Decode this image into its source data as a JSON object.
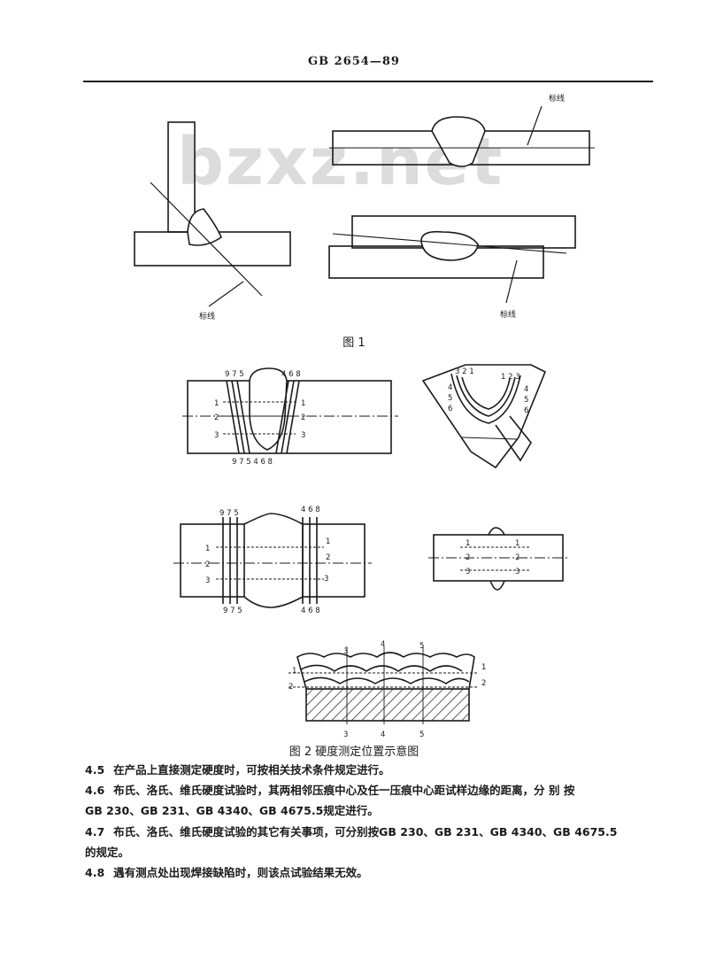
{
  "header": {
    "code": "GB 2654—89"
  },
  "watermark": {
    "text": "bzxz.net"
  },
  "figure1": {
    "label_top": "标线",
    "label_left": "标线",
    "label_right": "标线",
    "caption": "图 1"
  },
  "figure2": {
    "panel1": {
      "top_left": "9 7 5",
      "top_right": "4 6 8",
      "bottom": "9  7  5  4 6 8",
      "rows": [
        "1",
        "2",
        "3"
      ]
    },
    "panel2": {
      "left": "3 2 1",
      "right": "1 2 3",
      "rows": [
        "4",
        "5",
        "6"
      ]
    },
    "panel3": {
      "top_left": "9 7 5",
      "top_right": "4 6 8",
      "bottom_left": "9 7 5",
      "bottom_right": "4 6 8",
      "rows": [
        "1",
        "2",
        "3"
      ]
    },
    "panel4": {
      "rows": [
        "1",
        "2",
        "3"
      ]
    },
    "panel5": {
      "cols": [
        "3",
        "4",
        "5"
      ],
      "rows": [
        "1",
        "2"
      ]
    },
    "caption": "图 2   硬度测定位置示意图"
  },
  "paragraphs": [
    {
      "num": "4.5",
      "text": "在产品上直接测定硬度时，可按相关技术条件规定进行。"
    },
    {
      "num": "4.6",
      "text": "布氏、洛氏、维氏硬度试验时，其两相邻压痕中心及任一压痕中心距试样边缘的距离，分 别 按"
    },
    {
      "num": "",
      "text": "GB 230、GB 231、GB 4340、GB 4675.5规定进行。"
    },
    {
      "num": "4.7",
      "text": "布氏、洛氏、维氏硬度试验的其它有关事项，可分别按GB 230、GB 231、GB 4340、GB 4675.5"
    },
    {
      "num": "",
      "text": "的规定。"
    },
    {
      "num": "4.8",
      "text": "遇有测点处出现焊接缺陷时，则该点试验结果无效。"
    }
  ]
}
